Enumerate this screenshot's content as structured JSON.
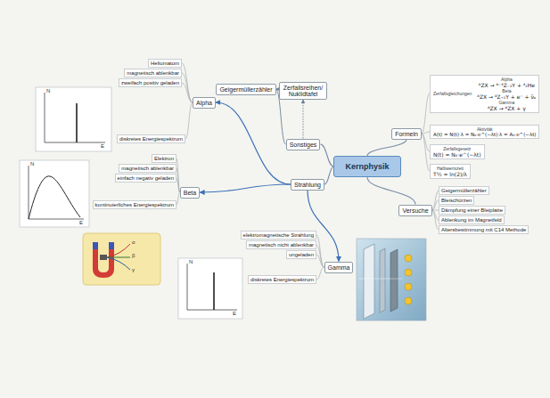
{
  "diagram": {
    "nodes": [
      {
        "text": [
          "Kernphysik"
        ]
      },
      {
        "text": [
          "Sonstiges"
        ]
      },
      {
        "text": [
          "Geigermüllerzähler"
        ]
      },
      {
        "text": [
          "Zerfallsreihen/ Nuklidtafel"
        ]
      },
      {
        "text": [
          "Strahlung"
        ]
      },
      {
        "text": [
          "Alpha"
        ]
      },
      {
        "text": [
          "Heliumatom"
        ]
      },
      {
        "text": [
          "magnetisch ablenkbar"
        ]
      },
      {
        "text": [
          "zweifach positiv geladen"
        ]
      },
      {
        "text": [
          "diskretes Energiespektrum"
        ]
      },
      {
        "text": [
          "Beta"
        ]
      },
      {
        "text": [
          "Elektron"
        ]
      },
      {
        "text": [
          "magnetisch ablenkbar"
        ]
      },
      {
        "text": [
          "einfach negativ geladen"
        ]
      },
      {
        "text": [
          "kontinuierliches Energiespektrum"
        ]
      },
      {
        "text": [
          "Gamma"
        ]
      },
      {
        "text": [
          "elektromagnetische Strahlung"
        ]
      },
      {
        "text": [
          "magnetisch nicht ablenkbar"
        ]
      },
      {
        "text": [
          "ungeladen"
        ]
      },
      {
        "text": [
          "diskretes Energiespektrum"
        ]
      },
      {
        "text": [
          "Formeln"
        ]
      },
      {
        "text": [
          "Zerfallsgleichungen",
          "Alpha",
          "ᴬZX → ᴬ⁻⁴Z₋₂Y + ⁴₂He",
          "Beta",
          "ᴬZX → ᴬZ₊₁Y + e⁻ + ν̄ₑ",
          "Gamma",
          "ᴬZX → ᴬZX + γ"
        ]
      },
      {
        "text": [
          "Aktivität",
          "A(t) = N(t)·λ = N₀·e^(−λt)·λ = A₀·e^(−λt)"
        ]
      },
      {
        "text": [
          "Zerfallsgesetz",
          "N(t) = N₀·e^(−λt)"
        ]
      },
      {
        "text": [
          "Halbwertszeit",
          "T½ = ln(2)/λ"
        ]
      },
      {
        "text": [
          "Versuche"
        ]
      },
      {
        "text": [
          "Geigermüllerzähler"
        ]
      },
      {
        "text": [
          "Bleischürzen"
        ]
      },
      {
        "text": [
          "Dämpfung einer Bleiplatte"
        ]
      },
      {
        "text": [
          "Ablenkung im Magnetfeld"
        ]
      },
      {
        "text": [
          "Altersbestimmung mit C14 Methode"
        ]
      }
    ],
    "edges": [
      {
        "from": 0,
        "to": 1,
        "arrow": "none"
      },
      {
        "from": 0,
        "to": 4,
        "arrow": "none"
      },
      {
        "from": 0,
        "to": 20,
        "arrow": "none"
      },
      {
        "from": 0,
        "to": 25,
        "arrow": "none"
      },
      {
        "from": 1,
        "to": 2,
        "arrow": "to"
      },
      {
        "from": 1,
        "to": 3,
        "arrow": "to"
      },
      {
        "from": 4,
        "to": 5,
        "arrow": "to"
      },
      {
        "from": 4,
        "to": 10,
        "arrow": "to"
      },
      {
        "from": 4,
        "to": 15,
        "arrow": "to"
      },
      {
        "from": 5,
        "to": 6,
        "arrow": "none"
      },
      {
        "from": 5,
        "to": 7,
        "arrow": "none"
      },
      {
        "from": 5,
        "to": 8,
        "arrow": "none"
      },
      {
        "from": 5,
        "to": 9,
        "arrow": "none"
      },
      {
        "from": 10,
        "to": 11,
        "arrow": "none"
      },
      {
        "from": 10,
        "to": 12,
        "arrow": "none"
      },
      {
        "from": 10,
        "to": 13,
        "arrow": "none"
      },
      {
        "from": 10,
        "to": 14,
        "arrow": "none"
      },
      {
        "from": 15,
        "to": 16,
        "arrow": "none"
      },
      {
        "from": 15,
        "to": 17,
        "arrow": "none"
      },
      {
        "from": 15,
        "to": 18,
        "arrow": "none"
      },
      {
        "from": 15,
        "to": 19,
        "arrow": "none"
      },
      {
        "from": 20,
        "to": 21,
        "arrow": "none"
      },
      {
        "from": 20,
        "to": 22,
        "arrow": "none"
      },
      {
        "from": 20,
        "to": 23,
        "arrow": "none"
      },
      {
        "from": 20,
        "to": 24,
        "arrow": "none"
      },
      {
        "from": 25,
        "to": 26,
        "arrow": "none"
      },
      {
        "from": 25,
        "to": 27,
        "arrow": "none"
      },
      {
        "from": 25,
        "to": 28,
        "arrow": "none"
      },
      {
        "from": 25,
        "to": 29,
        "arrow": "none"
      },
      {
        "from": 25,
        "to": 30,
        "arrow": "none"
      }
    ],
    "labels": [
      "N",
      "E",
      "N",
      "E",
      "N",
      "E",
      "α",
      "β",
      "γ"
    ]
  }
}
